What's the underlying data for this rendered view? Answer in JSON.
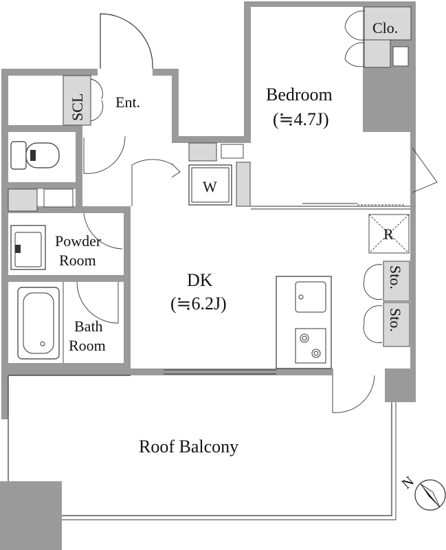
{
  "rooms": {
    "bedroom": {
      "name": "Bedroom",
      "size": "(≒4.7J)"
    },
    "dk": {
      "name": "DK",
      "size": "(≒6.2J)"
    },
    "roof_balcony": "Roof Balcony",
    "entrance": "Ent.",
    "shoe_closet": "SCL",
    "closet": "Clo.",
    "washer": "W",
    "refrigerator": "R",
    "storage_1": "Sto.",
    "storage_2": "Sto.",
    "powder_room": {
      "line1": "Powder",
      "line2": "Room"
    },
    "bath_room": {
      "line1": "Bath",
      "line2": "Room"
    }
  },
  "compass": "N",
  "colors": {
    "wall": "#9a9a9a",
    "fixture": "#d8d8d8",
    "line": "#333333"
  }
}
